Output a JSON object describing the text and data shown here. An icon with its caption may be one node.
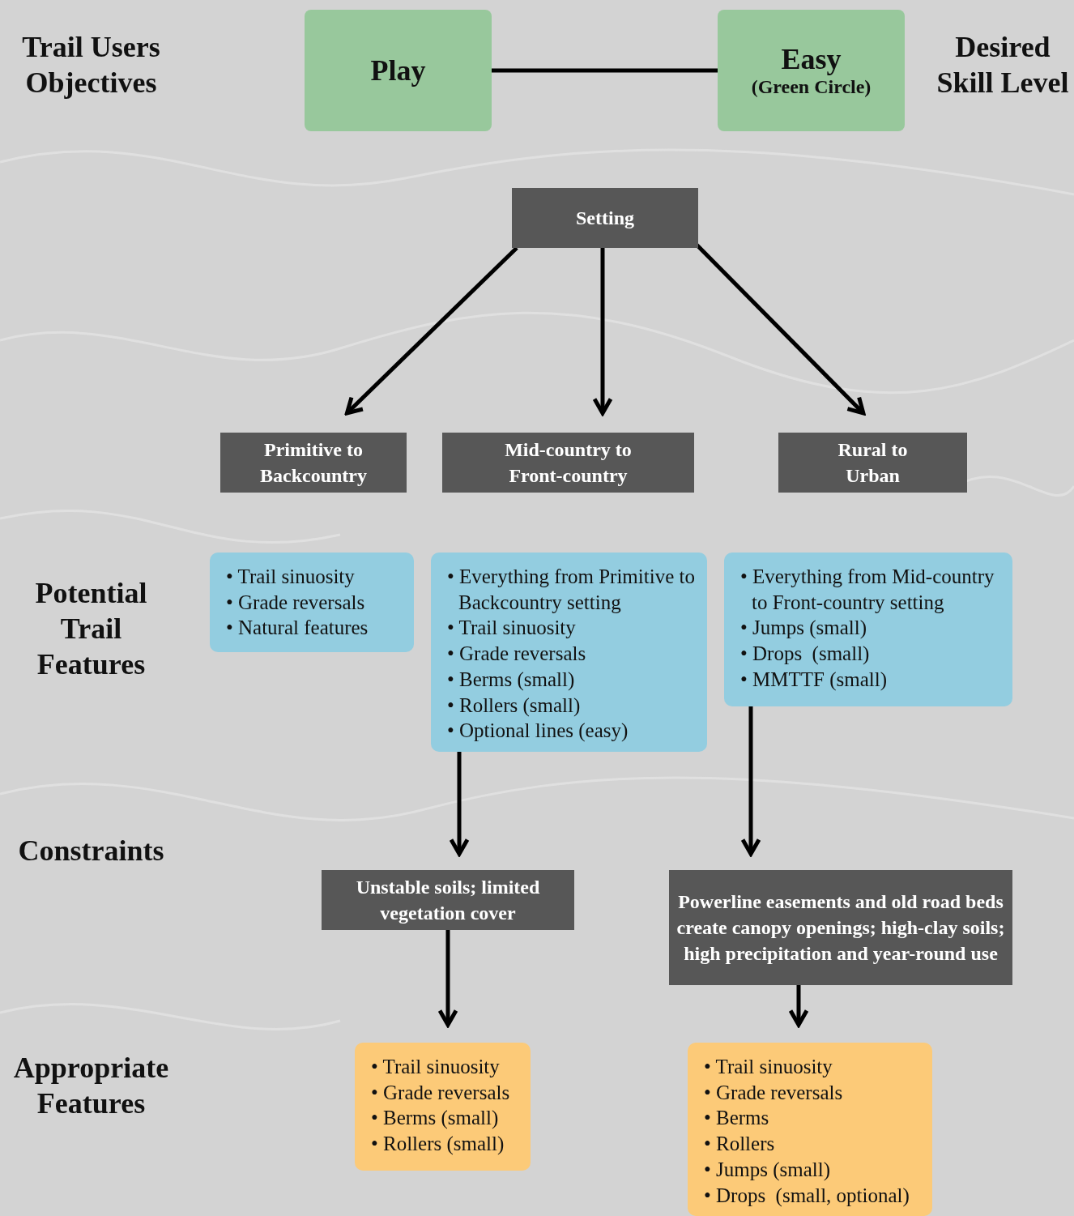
{
  "diagram": {
    "nodes": [
      {
        "text": [
          "Play"
        ]
      },
      {
        "text": [
          "Easy",
          "(Green Circle)"
        ]
      },
      {
        "text": [
          "Setting"
        ]
      },
      {
        "text": [
          "Primitive to Backcountry"
        ]
      },
      {
        "text": [
          "Mid-country to Front-country"
        ]
      },
      {
        "text": [
          "Rural to Urban"
        ]
      },
      {
        "text": [
          "• Trail sinuosity",
          "• Grade reversals",
          "• Natural features"
        ]
      },
      {
        "text": [
          "• Everything from Primitive to Backcountry setting",
          "• Trail sinuosity",
          "• Grade reversals",
          "• Berms (small)",
          "• Rollers (small)",
          "• Optional lines (easy)"
        ]
      },
      {
        "text": [
          "• Everything from Mid-country to Front-country setting",
          "• Jumps (small)",
          "• Drops  (small)",
          "• MMTTF (small)"
        ]
      },
      {
        "text": [
          "Unstable soils; limited vegetation cover"
        ]
      },
      {
        "text": [
          "Powerline easements and old road beds create canopy openings; high-clay soils; high precipitation and year-round use"
        ]
      },
      {
        "text": [
          "• Trail sinuosity",
          "• Grade reversals",
          "• Berms (small)",
          "• Rollers (small)"
        ]
      },
      {
        "text": [
          "• Trail sinuosity",
          "• Grade reversals",
          "• Berms",
          "• Rollers",
          "• Jumps (small)",
          "• Drops  (small, optional)"
        ]
      }
    ],
    "edges": [
      {
        "from": 0,
        "to": 1,
        "arrow": "none"
      },
      {
        "from": 2,
        "to": 3,
        "arrow": "to"
      },
      {
        "from": 2,
        "to": 4,
        "arrow": "to"
      },
      {
        "from": 2,
        "to": 5,
        "arrow": "to"
      },
      {
        "from": 7,
        "to": 9,
        "arrow": "to"
      },
      {
        "from": 8,
        "to": 10,
        "arrow": "to"
      },
      {
        "from": 9,
        "to": 11,
        "arrow": "to"
      },
      {
        "from": 10,
        "to": 12,
        "arrow": "to"
      }
    ],
    "labels": [
      "Trail Users Objectives",
      "Desired Skill Level",
      "Potential Trail Features",
      "Constraints",
      "Appropriate Features"
    ]
  }
}
